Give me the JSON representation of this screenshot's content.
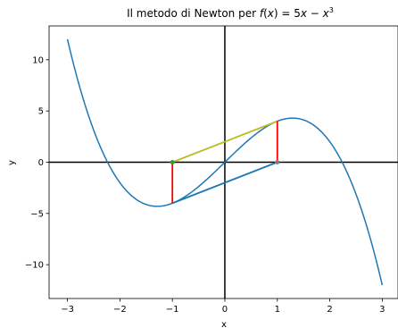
{
  "chart_data": {
    "type": "line",
    "title_prefix": "Il metodo di Newton per ",
    "title_formula": {
      "fx_f": "f",
      "fx_open": "(",
      "fx_x": "x",
      "fx_close": ") = 5",
      "x1": "x",
      "minus": " − ",
      "x2": "x",
      "exp": "3"
    },
    "xlabel": "x",
    "ylabel": "y",
    "xlim": [
      -3.35,
      3.3
    ],
    "ylim": [
      -13.3,
      13.3
    ],
    "xticks": [
      -3,
      -2,
      -1,
      0,
      1,
      2,
      3
    ],
    "xtick_labels": [
      "−3",
      "−2",
      "−1",
      "0",
      "1",
      "2",
      "3"
    ],
    "yticks": [
      -10,
      -5,
      0,
      5,
      10
    ],
    "ytick_labels": [
      "−10",
      "−5",
      "0",
      "5",
      "10"
    ],
    "function": {
      "expression": "5x - x^3",
      "x_range": [
        -3,
        3
      ],
      "color": "#1f77b4"
    },
    "reference_axes_color": "#000000",
    "tangent_lines": [
      {
        "from": [
          -1,
          -4
        ],
        "to": [
          1,
          0
        ],
        "color": "#1f77b4"
      },
      {
        "from": [
          1,
          4
        ],
        "to": [
          -1,
          0
        ],
        "color": "#bcbd22"
      }
    ],
    "vertical_segments": [
      {
        "x": -1,
        "y0": 0,
        "y1": -4,
        "color": "#ff0000"
      },
      {
        "x": 1,
        "y0": 0,
        "y1": 4,
        "color": "#ff0000"
      }
    ],
    "points": [
      {
        "x": -1,
        "y": 0,
        "color": "#2ca02c"
      },
      {
        "x": 1,
        "y": 0,
        "color": "#7f7f7f"
      }
    ]
  }
}
